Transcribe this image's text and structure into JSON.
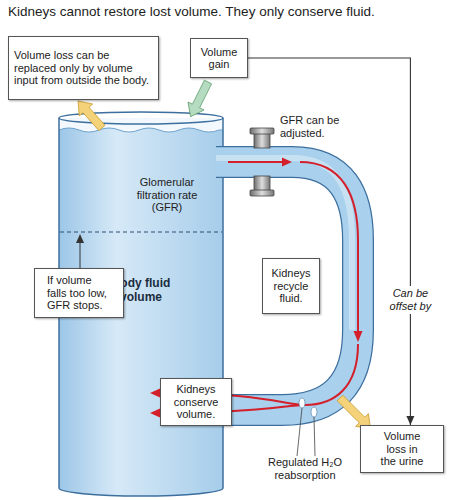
{
  "diagram": {
    "title": "Kidneys cannot restore lost volume. They only conserve fluid.",
    "nodes": [
      {
        "text": [
          "Volume loss can be replaced only by volume input from outside the body."
        ]
      },
      {
        "text": [
          "Volume gain"
        ]
      },
      {
        "text": [
          "Body fluid volume"
        ]
      },
      {
        "text": [
          "If volume falls too low, GFR stops."
        ]
      },
      {
        "text": [
          "Kidneys recycle fluid."
        ]
      },
      {
        "text": [
          "Kidneys conserve volume."
        ]
      },
      {
        "text": [
          "Volume loss in the urine"
        ]
      }
    ],
    "edges": [
      {
        "from": 1,
        "to": 6,
        "label": "Can be offset by",
        "arrow": "to"
      }
    ],
    "labels": [
      "GFR can be adjusted.",
      "Glomerular filtration rate (GFR)",
      "Regulated H₂O reabsorption"
    ]
  }
}
